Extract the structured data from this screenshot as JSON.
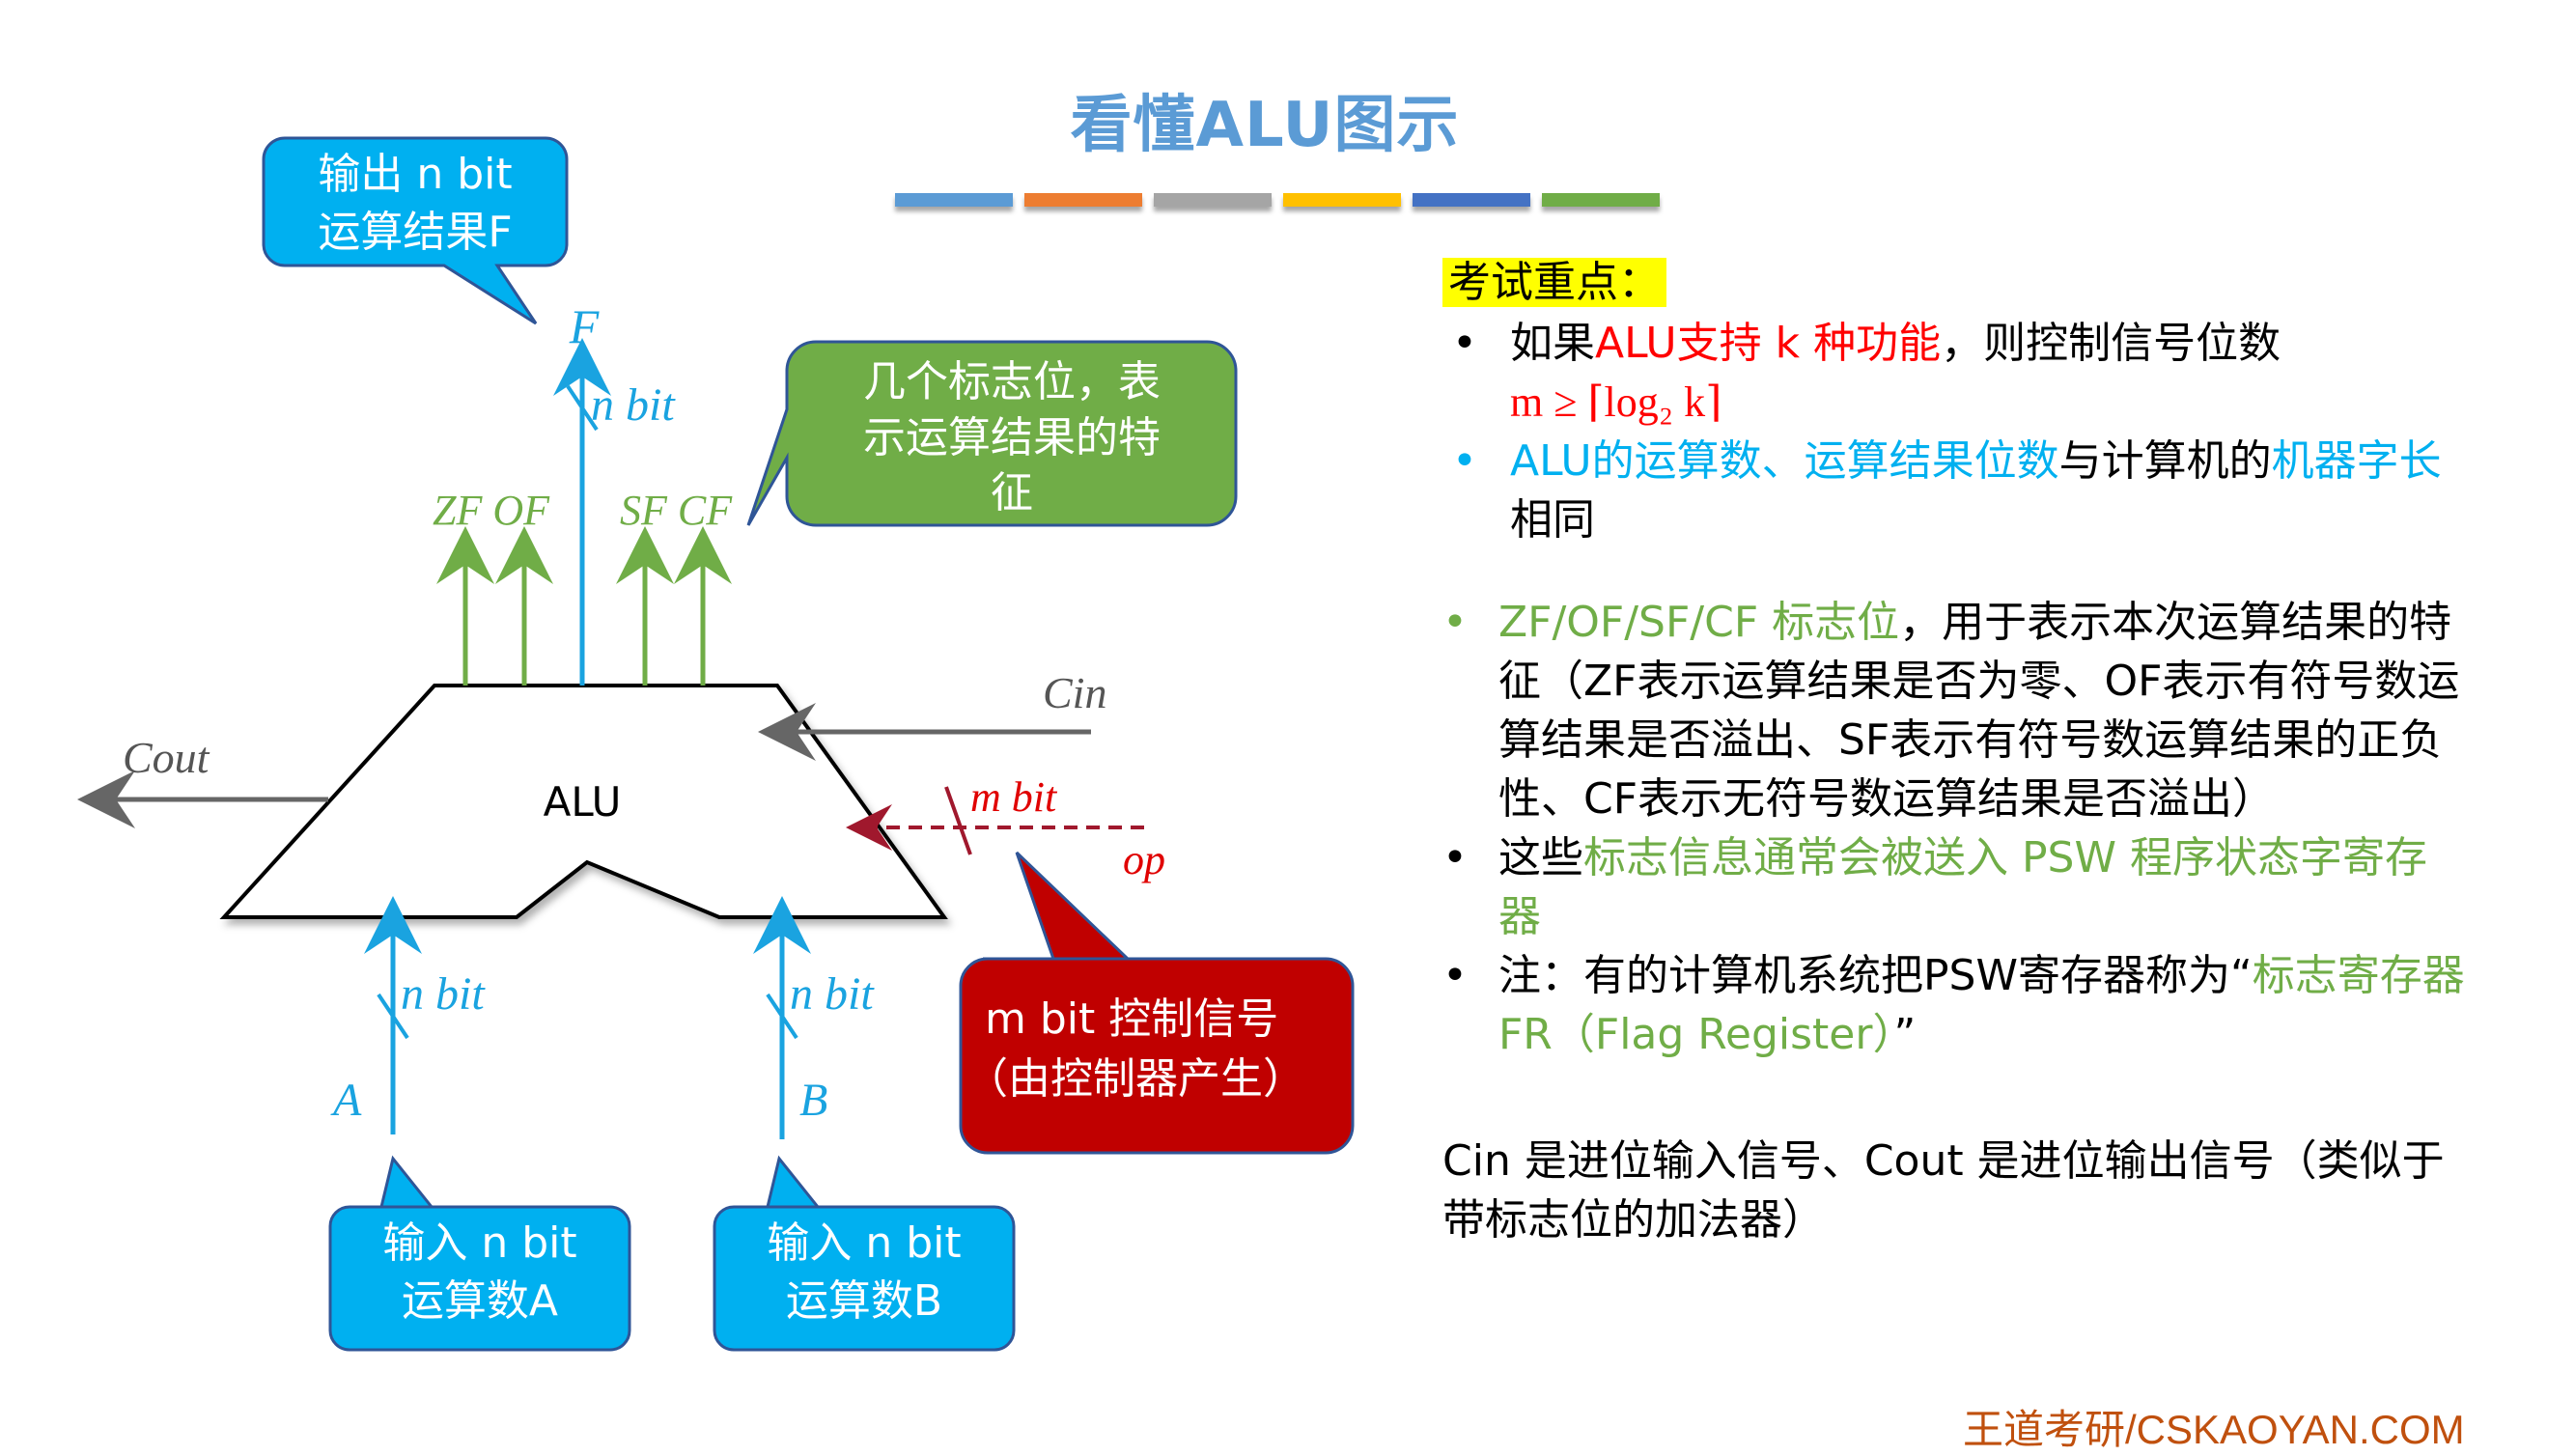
{
  "title": "看懂ALU图示",
  "title_bars": [
    "#5b9bd5",
    "#ed7d31",
    "#a5a5a5",
    "#ffc000",
    "#4472c4",
    "#70ad47"
  ],
  "diagram": {
    "alu_label": "ALU",
    "output_label": "F",
    "output_width": "n bit",
    "flags_left": "ZF OF",
    "flags_right": "SF CF",
    "cin_label": "Cin",
    "cout_label": "Cout",
    "control_width": "m bit",
    "control_label": "op",
    "input_a_label": "A",
    "input_b_label": "B",
    "input_a_width": "n bit",
    "input_b_width": "n bit",
    "callouts": {
      "output": [
        "输出 n bit",
        "运算结果F"
      ],
      "flags": [
        "几个标志位，表",
        "示运算结果的特",
        "征"
      ],
      "control": [
        "m bit 控制信号",
        "（由控制器产生）"
      ],
      "input_a": [
        "输入 n bit",
        "运算数A"
      ],
      "input_b": [
        "输入 n bit",
        "运算数B"
      ]
    },
    "colors": {
      "blue_callout": "#00b0f0",
      "green_callout": "#70ad47",
      "red_callout": "#c00000",
      "data_arrow": "#1aa3e0",
      "flag_arrow": "#70ad47",
      "carry_arrow": "#666666",
      "control_arrow": "#a0182d"
    }
  },
  "notes": {
    "heading": "考试重点：",
    "b1": {
      "p1": "如果",
      "p2": "ALU支持 k 种功能",
      "p3": "，则控制信号位数",
      "formula": "m ≥ ⌈log₂ k⌉"
    },
    "b2": {
      "p1": "ALU的运算数、运算结果位数",
      "p2": "与计算机的",
      "p3": "机器字长",
      "p4": "相同"
    },
    "b3": {
      "p1": "ZF/OF/SF/CF 标志位",
      "p2": "，用于表示本次运算结果的特征（ZF表示运算结果是否为零、OF表示有符号数运算结果是否溢出、SF表示有符号数运算结果的正负性、CF表示无符号数运算结果是否溢出）"
    },
    "b4": {
      "p1": "这些",
      "p2": "标志信息通常会被送入 PSW 程序状态字寄存器"
    },
    "b5": {
      "p1": "注：有的计算机系统把PSW寄存器称为“",
      "p2": "标志寄存器FR（Flag Register）",
      "p3": "”"
    },
    "cin_cout": "Cin 是进位输入信号、Cout 是进位输出信号（类似于带标志位的加法器）",
    "bullet_glyph": "•"
  },
  "footer": "王道考研/CSKAOYAN.COM"
}
